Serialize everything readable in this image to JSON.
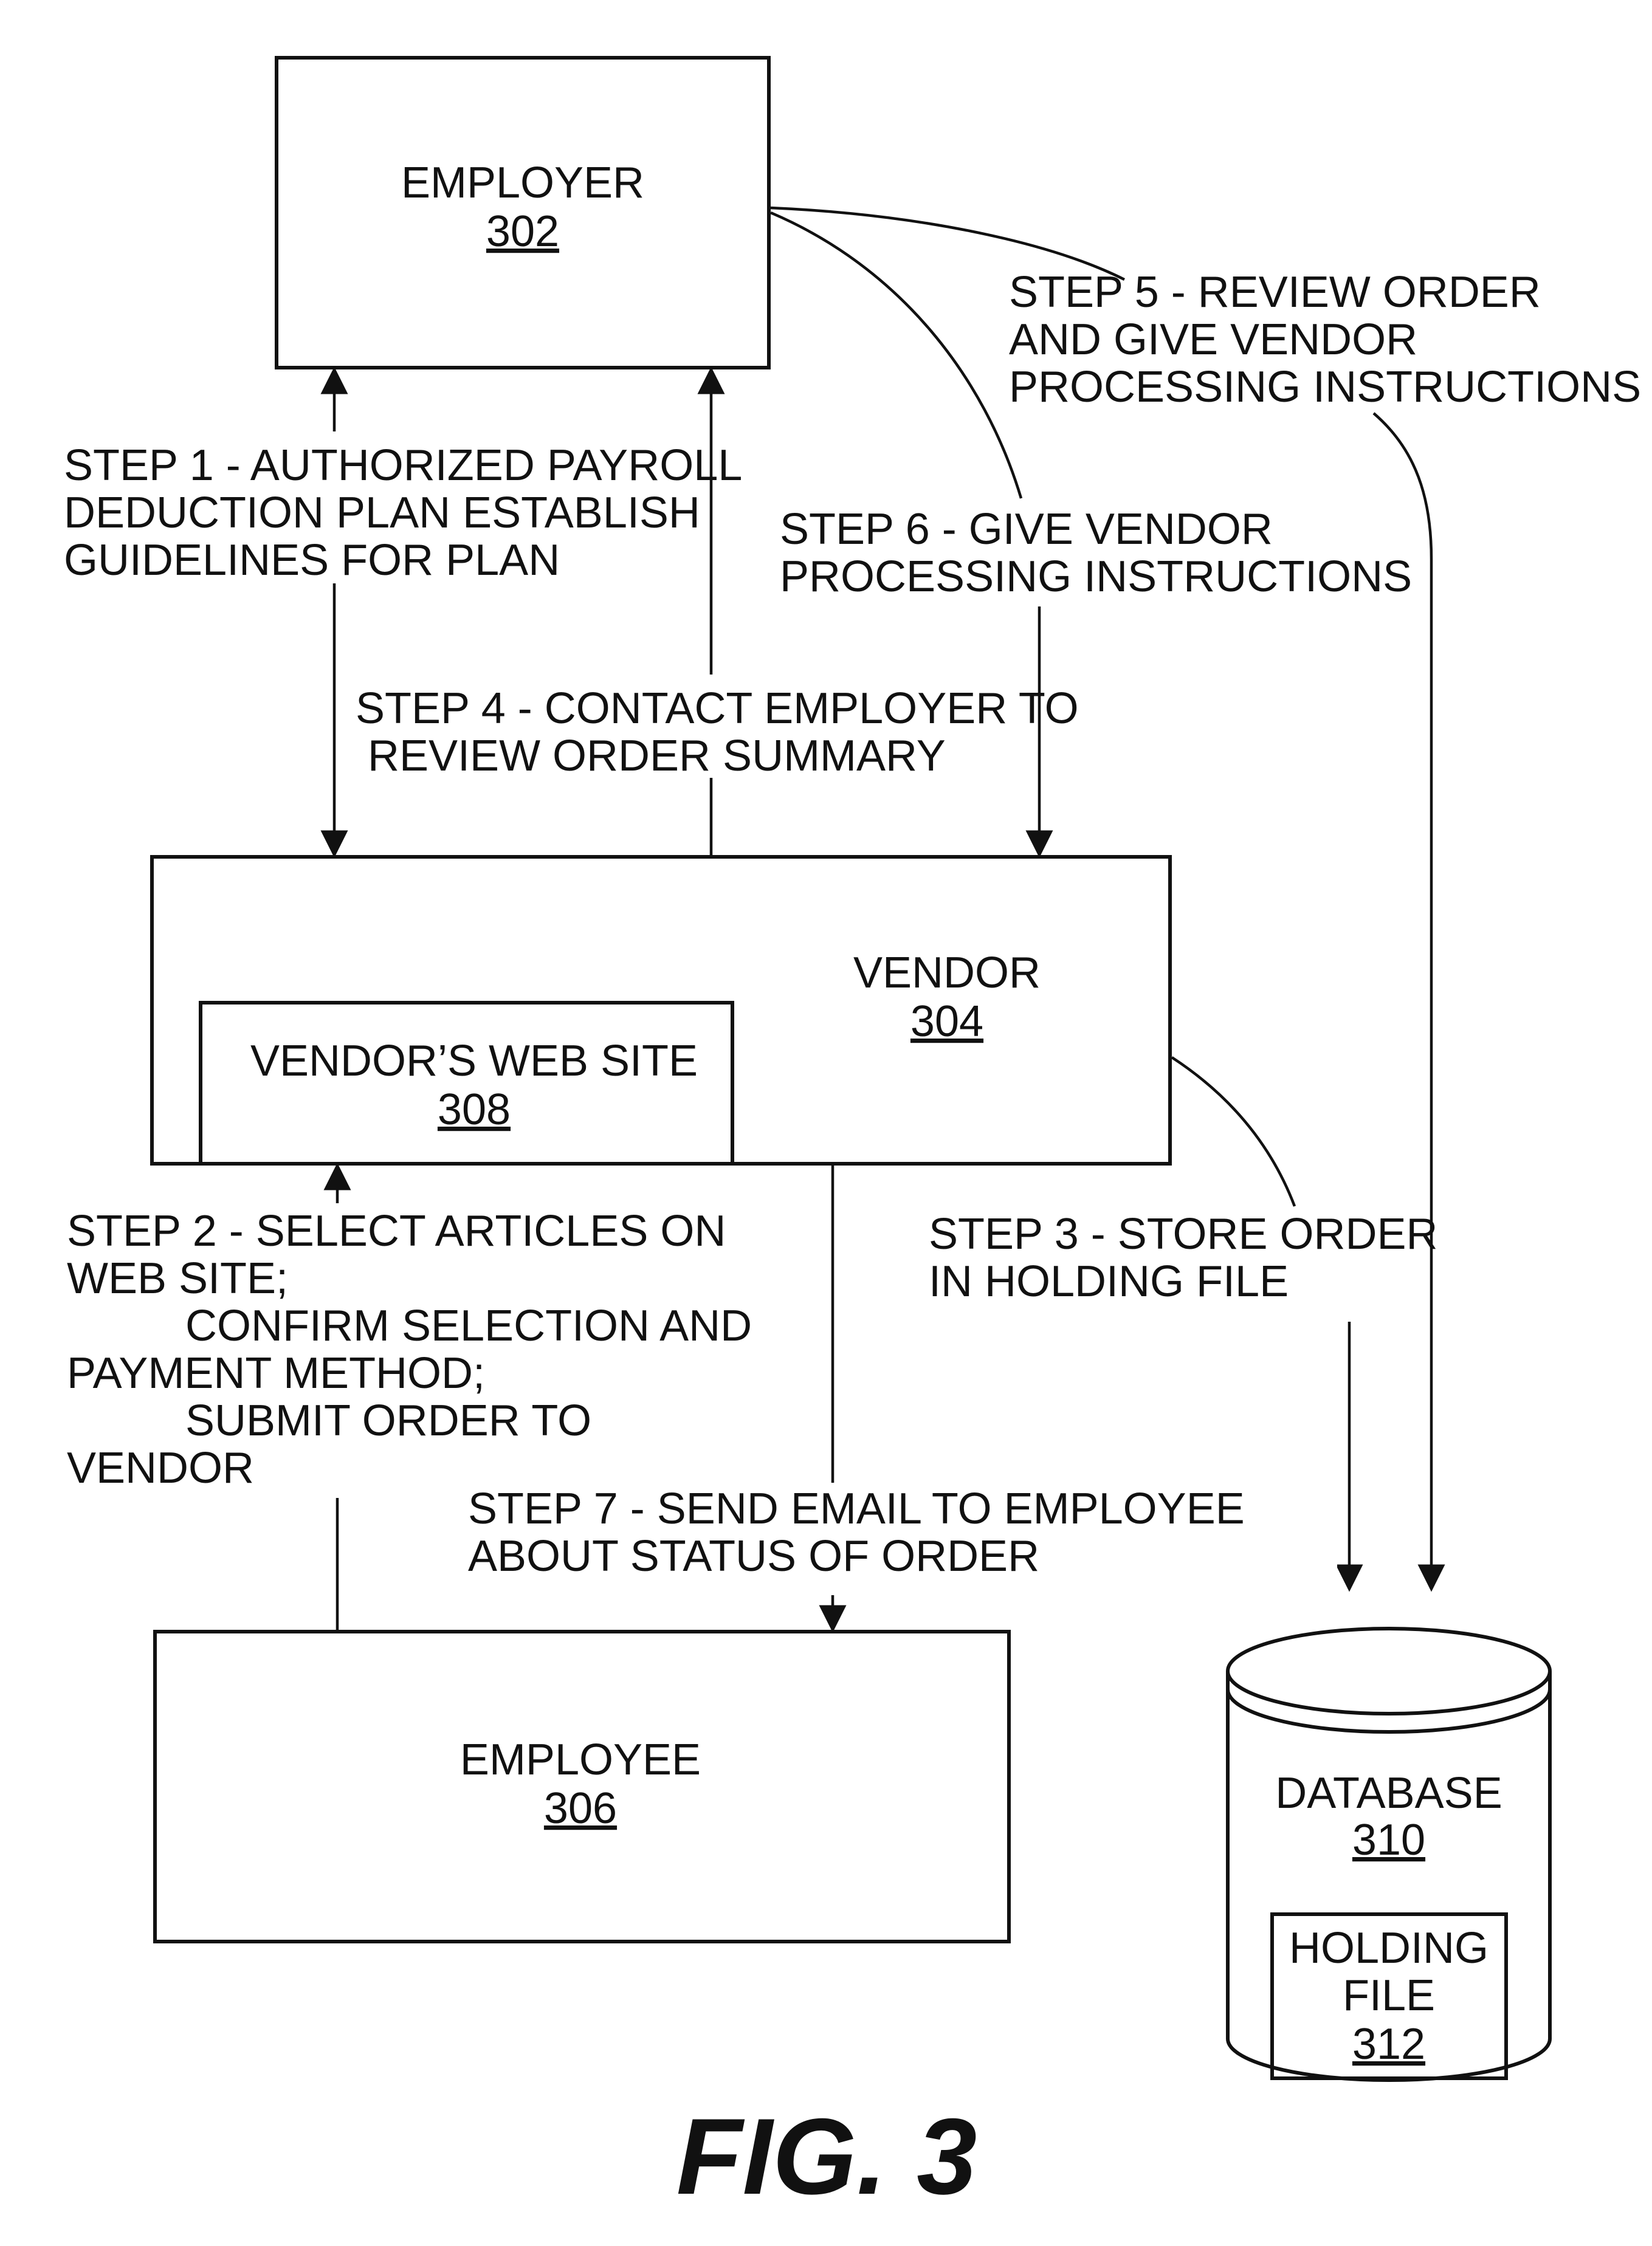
{
  "nodes": {
    "employer": {
      "label": "EMPLOYER",
      "ref": "302"
    },
    "vendor": {
      "label": "VENDOR",
      "ref": "304"
    },
    "website": {
      "label": "VENDOR’S WEB SITE",
      "ref": "308"
    },
    "employee": {
      "label": "EMPLOYEE",
      "ref": "306"
    },
    "database": {
      "label": "DATABASE",
      "ref": "310"
    },
    "holding": {
      "label_line1": "HOLDING",
      "label_line2": "FILE",
      "ref": "312"
    }
  },
  "steps": {
    "step1": [
      "STEP 1 - AUTHORIZED PAYROLL",
      "DEDUCTION PLAN ESTABLISH",
      "GUIDELINES FOR PLAN"
    ],
    "step2": [
      "STEP 2 - SELECT ARTICLES ON",
      "WEB SITE;",
      "CONFIRM SELECTION AND",
      "PAYMENT METHOD;",
      "SUBMIT ORDER TO",
      "VENDOR"
    ],
    "step3": [
      "STEP 3 - STORE ORDER",
      "IN HOLDING FILE"
    ],
    "step4": [
      "STEP 4 - CONTACT EMPLOYER TO",
      "REVIEW ORDER SUMMARY"
    ],
    "step5": [
      "STEP 5 - REVIEW ORDER",
      "AND GIVE VENDOR",
      "PROCESSING INSTRUCTIONS"
    ],
    "step6": [
      "STEP 6 - GIVE VENDOR",
      "PROCESSING INSTRUCTIONS"
    ],
    "step7": [
      "STEP 7 - SEND EMAIL TO EMPLOYEE",
      "ABOUT STATUS OF ORDER"
    ]
  },
  "figure_label": "FIG. 3"
}
